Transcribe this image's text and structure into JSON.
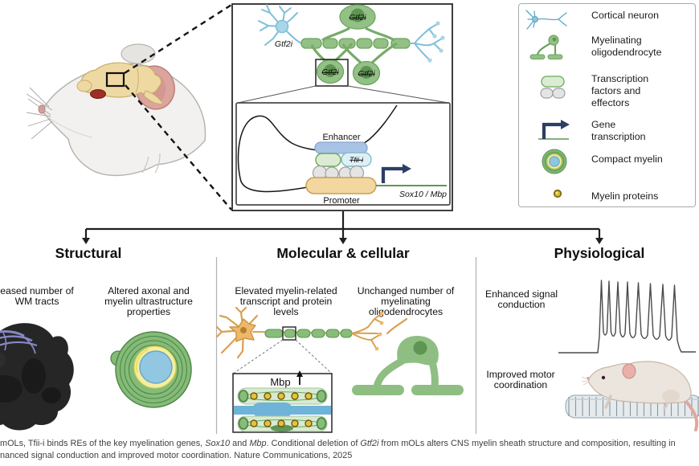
{
  "diagram": {
    "gene_label_neuron": "Gtf2i",
    "gene_label_oligo_top": "Gtf2i",
    "gene_label_oligo_left": "Gtf2i",
    "gene_label_oligo_right": "Gtf2i",
    "enhancer_label": "Enhancer",
    "promoter_label": "Promoter",
    "tfii_label": "Tfii-i",
    "target_genes": "Sox10 / Mbp"
  },
  "legend": {
    "items": [
      {
        "icon": "cortical-neuron-icon",
        "label": "Cortical neuron"
      },
      {
        "icon": "myelinating-oligodendrocyte-icon",
        "label": "Myelinating\noligodendrocyte"
      },
      {
        "icon": "transcription-factors-icon",
        "label": "Transcription\nfactors and\neffectors"
      },
      {
        "icon": "gene-transcription-icon",
        "label": "Gene\ntranscription"
      },
      {
        "icon": "compact-myelin-icon",
        "label": "Compact myelin"
      },
      {
        "icon": "myelin-proteins-icon",
        "label": "Myelin proteins"
      }
    ]
  },
  "branches": {
    "structural": {
      "title": "Structural",
      "items": [
        "eased number of\nWM tracts",
        "Altered axonal and\nmyelin ultrastructure\nproperties"
      ]
    },
    "molecular": {
      "title": "Molecular & cellular",
      "items": [
        "Elevated myelin-related\ntranscript and protein\nlevels",
        "Unchanged number of\nmyelinating\noligodendrocytes"
      ],
      "inset_label": "Mbp"
    },
    "physiological": {
      "title": "Physiological",
      "items": [
        "Enhanced signal\nconduction",
        "Improved motor\ncoordination"
      ]
    }
  },
  "caption": {
    "l1s0": "mOLs, Tfii-i binds REs of the key myelination genes, ",
    "l1s1": "Sox10",
    "l1s2": " and ",
    "l1s3": "Mbp",
    "l1s4": ". Conditional deletion of ",
    "l1s5": "Gtf2i",
    "l1s6": " from mOLs alters CNS myelin sheath structure and composition, resulting in",
    "l2": "nanced signal conduction and improved motor coordination. Nature Communications, 2025"
  },
  "colors": {
    "oligo_green": "#93c185",
    "oligo_green_dark": "#6da45f",
    "nucleus_green": "#5d9551",
    "neuron_blue": "#a8d6e8",
    "neuron_blue_stroke": "#7fc0d8",
    "transcription_navy": "#2d3e66",
    "enhancer_blue": "#a9c3e6",
    "promoter_tan": "#f2d7a0",
    "gene_line_green": "#5f9652",
    "myelin_yellow": "#f4efa0",
    "axon_blue": "#92c7e2",
    "protein_gold": "#e0bc33",
    "wm_tract_purple": "#8a8ecf",
    "brain_tan": "#eed9a2",
    "ear_pink": "#dba49e"
  }
}
